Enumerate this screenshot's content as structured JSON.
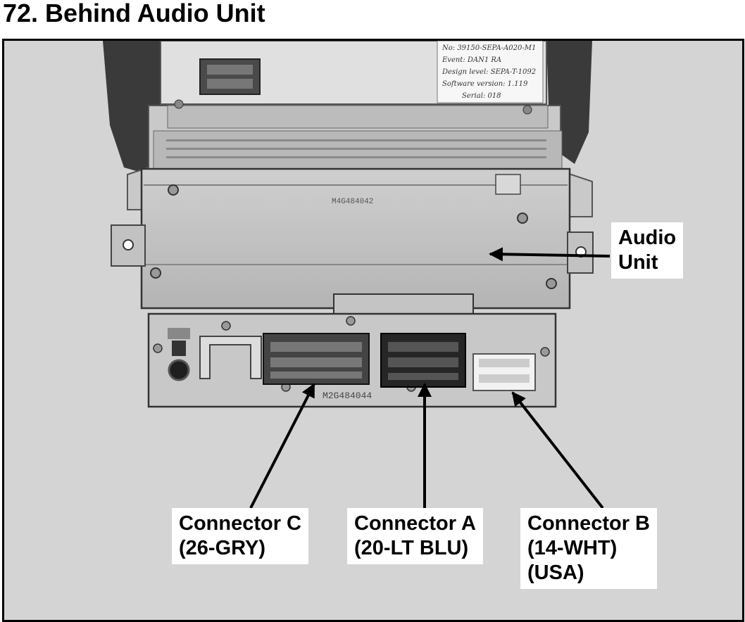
{
  "page": {
    "title": "72. Behind Audio Unit"
  },
  "photo": {
    "unit_marking": "M4G484042",
    "bracket_marking": "M2G484044",
    "sticker_lines": [
      "No: 39150-SEPA-A020-M1",
      "Event: DAN1 RA",
      "Design level: SEPA-T-1092",
      "Software version: 1.119",
      "Serial: 018"
    ]
  },
  "callouts": {
    "audio_unit": {
      "lines": [
        "Audio",
        "Unit"
      ]
    },
    "connector_c": {
      "lines": [
        "Connector C",
        "(26-GRY)"
      ]
    },
    "connector_a": {
      "lines": [
        "Connector A",
        "(20-LT BLU)"
      ]
    },
    "connector_b": {
      "lines": [
        "Connector B",
        "(14-WHT)",
        "(USA)"
      ]
    }
  },
  "colors": {
    "background": "#d7d7d7",
    "unit_body": "#bdbdbd",
    "dark_plastic": "#2a2a2a",
    "white_connector": "#f0f0f0"
  }
}
